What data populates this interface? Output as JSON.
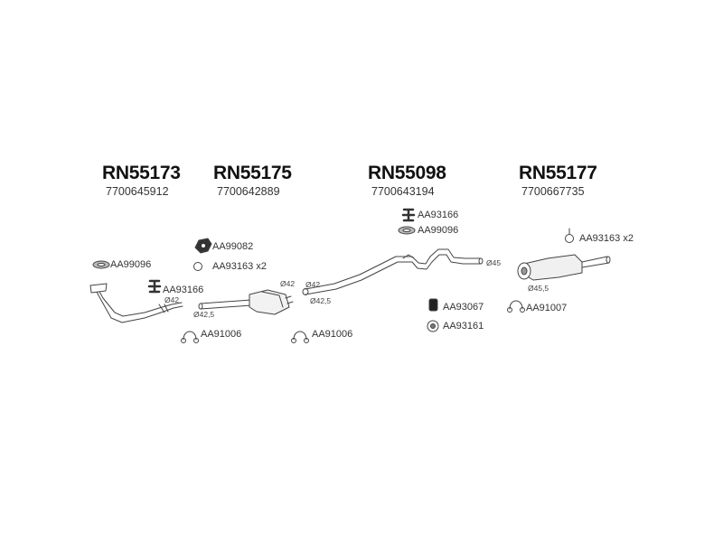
{
  "parts": [
    {
      "part_number": "RN55173",
      "oe_number": "7700645912"
    },
    {
      "part_number": "RN55175",
      "oe_number": "7700642889"
    },
    {
      "part_number": "RN55098",
      "oe_number": "7700643194"
    },
    {
      "part_number": "RN55177",
      "oe_number": "7700667735"
    }
  ],
  "accessories": [
    {
      "code": "AA99096"
    },
    {
      "code": "AA93166"
    },
    {
      "code": "AA99082"
    },
    {
      "code": "AA93163 x2"
    },
    {
      "code": "AA91006"
    },
    {
      "code": "AA91006"
    },
    {
      "code": "AA93166"
    },
    {
      "code": "AA99096"
    },
    {
      "code": "AA93067"
    },
    {
      "code": "AA93161"
    },
    {
      "code": "AA93163 x2"
    },
    {
      "code": "AA91007"
    }
  ],
  "diameters": [
    "Ø42",
    "Ø42",
    "Ø42,5",
    "Ø42",
    "Ø42,5",
    "Ø45",
    "Ø45,5"
  ]
}
